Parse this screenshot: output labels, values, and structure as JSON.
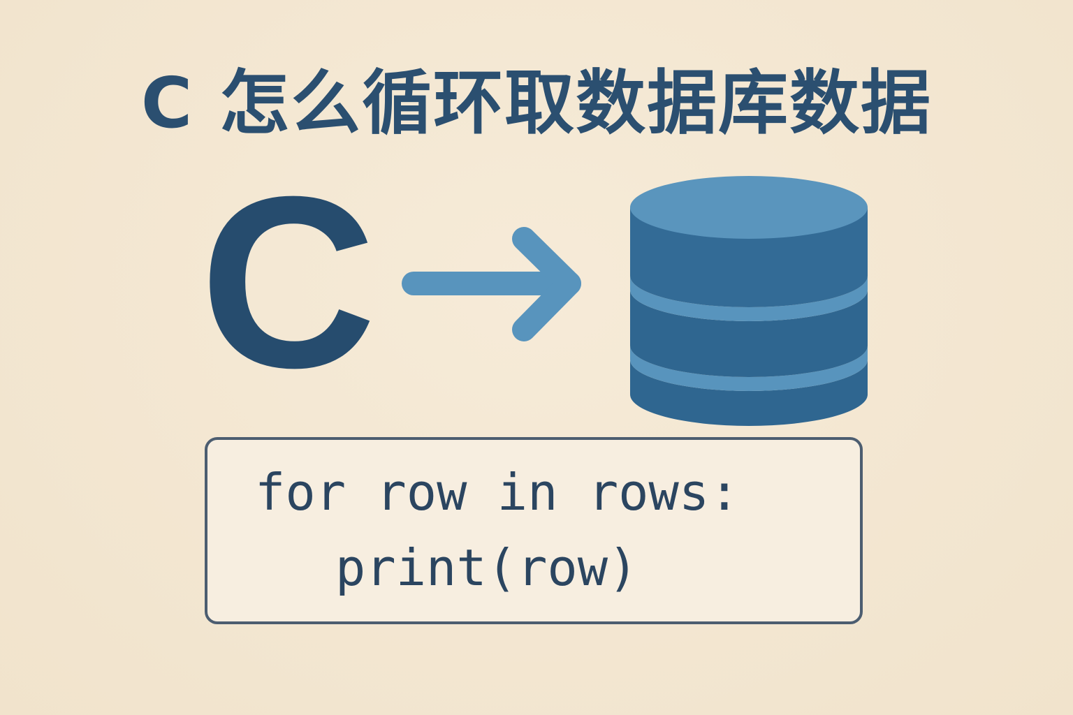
{
  "title": "C 怎么循环取数据库数据",
  "logo_letter": "C",
  "code": {
    "line1": "for row in rows:",
    "line2": "print(row)"
  },
  "icons": {
    "arrow": "arrow-right-icon",
    "database": "database-icon"
  },
  "colors": {
    "background": "#f3e6d1",
    "title": "#2b4f70",
    "logo": "#264c6e",
    "arrow": "#5894bd",
    "database_top": "#5a95bd",
    "database_body": "#2f6690",
    "code_border": "#4c5d70",
    "code_text": "#2b4560"
  }
}
